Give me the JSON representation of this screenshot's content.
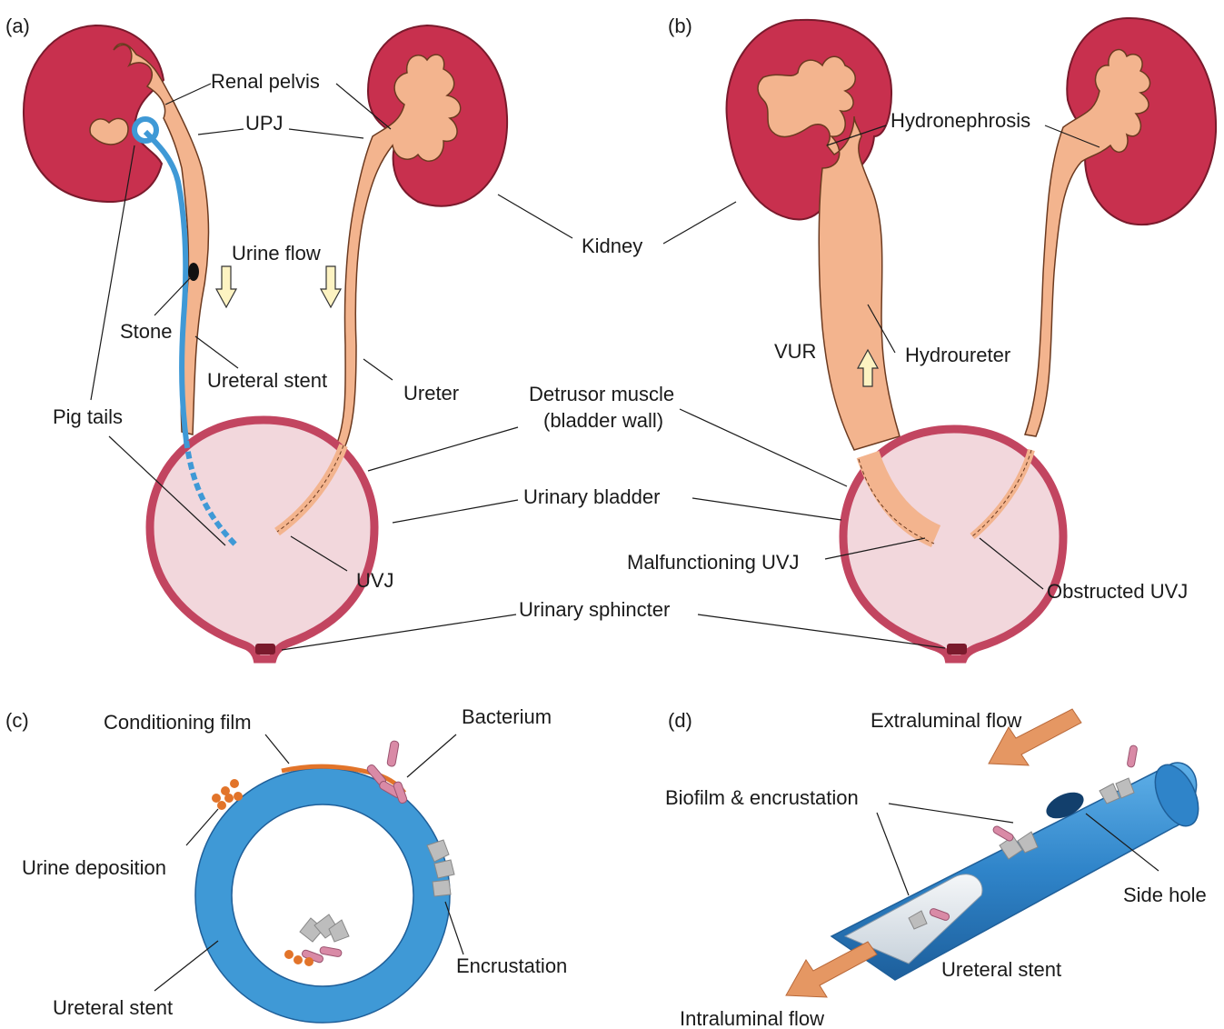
{
  "panels": {
    "a": "(a)",
    "b": "(b)",
    "c": "(c)",
    "d": "(d)"
  },
  "labels": {
    "renal_pelvis": "Renal pelvis",
    "upj": "UPJ",
    "kidney": "Kidney",
    "urine_flow": "Urine flow",
    "stone": "Stone",
    "ureteral_stent_a": "Ureteral stent",
    "ureter": "Ureter",
    "pig_tails": "Pig tails",
    "detrusor_muscle": "Detrusor muscle",
    "bladder_wall": "(bladder wall)",
    "urinary_bladder": "Urinary bladder",
    "uvj": "UVJ",
    "urinary_sphincter": "Urinary sphincter",
    "hydronephrosis": "Hydronephrosis",
    "vur": "VUR",
    "hydroureter": "Hydroureter",
    "malfunctioning_uvj": "Malfunctioning UVJ",
    "obstructed_uvj": "Obstructed UVJ",
    "conditioning_film": "Conditioning film",
    "bacterium": "Bacterium",
    "urine_deposition": "Urine deposition",
    "encrustation": "Encrustation",
    "ureteral_stent_c": "Ureteral stent",
    "extraluminal_flow": "Extraluminal flow",
    "biofilm_encrustation": "Biofilm & encrustation",
    "side_hole": "Side hole",
    "ureteral_stent_d": "Ureteral stent",
    "intraluminal_flow": "Intraluminal flow"
  },
  "colors": {
    "kidney": "#c8304e",
    "kidney_edge": "#7a1a2c",
    "pelvis": "#f3b48e",
    "bladder_fill": "#f2d7dc",
    "bladder_wall": "#c24560",
    "stent_blue": "#3f99d6",
    "stent_dark": "#1f5f99",
    "flow_arrow": "#e59763",
    "urine_arrow": "#fdf3c2",
    "deposit_orange": "#e2742a",
    "bacteria_pink": "#d98aa6",
    "crystal_gray": "#bdbdbd"
  }
}
